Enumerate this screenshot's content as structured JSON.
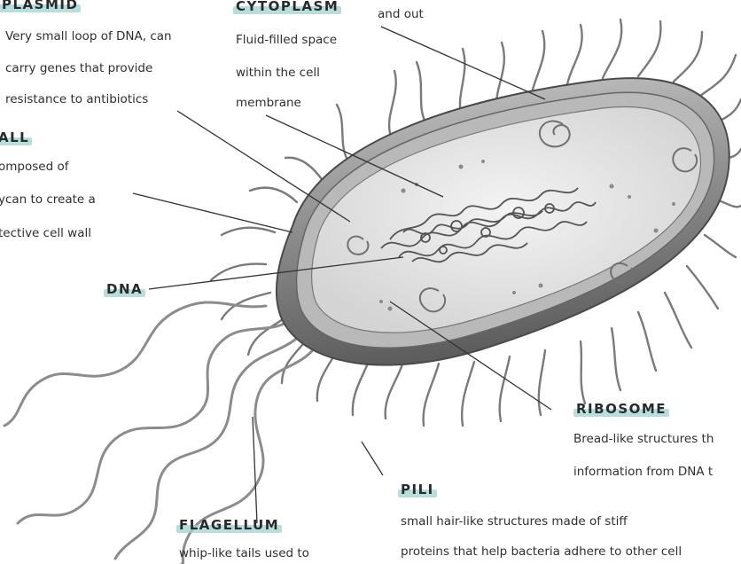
{
  "labels": {
    "plasmid": {
      "title": "PLASMID",
      "lines": [
        "Very small loop of DNA, can",
        "carry genes that provide",
        "resistance to antibiotics"
      ]
    },
    "cytoplasm": {
      "title": "CYTOPLASM",
      "lines": [
        "Fluid-filled space",
        "within the cell",
        "membrane"
      ]
    },
    "membrane_fragment": {
      "lines": [
        "and out"
      ]
    },
    "cell_wall": {
      "title": "ALL",
      "lines": [
        "omposed of",
        "ycan to create a",
        "tective cell wall"
      ]
    },
    "dna": {
      "title": "DNA"
    },
    "ribosome": {
      "title": "RIBOSOME",
      "lines": [
        "Bread-like structures th",
        "information from DNA t"
      ]
    },
    "pili": {
      "title": "PILI",
      "lines": [
        "small hair-like structures made of stiff",
        "proteins that help bacteria adhere to other cell"
      ]
    },
    "flagellum": {
      "title": "FLAGELLUM",
      "lines": [
        "whip-like tails used to"
      ]
    }
  },
  "colors": {
    "highlight": "#9fd3d2",
    "text": "#2f2f2f",
    "outline": "#4a4a4a",
    "cytoplasm_fill": "#e6e6e6",
    "wall_shade": "#9a9a9a"
  }
}
